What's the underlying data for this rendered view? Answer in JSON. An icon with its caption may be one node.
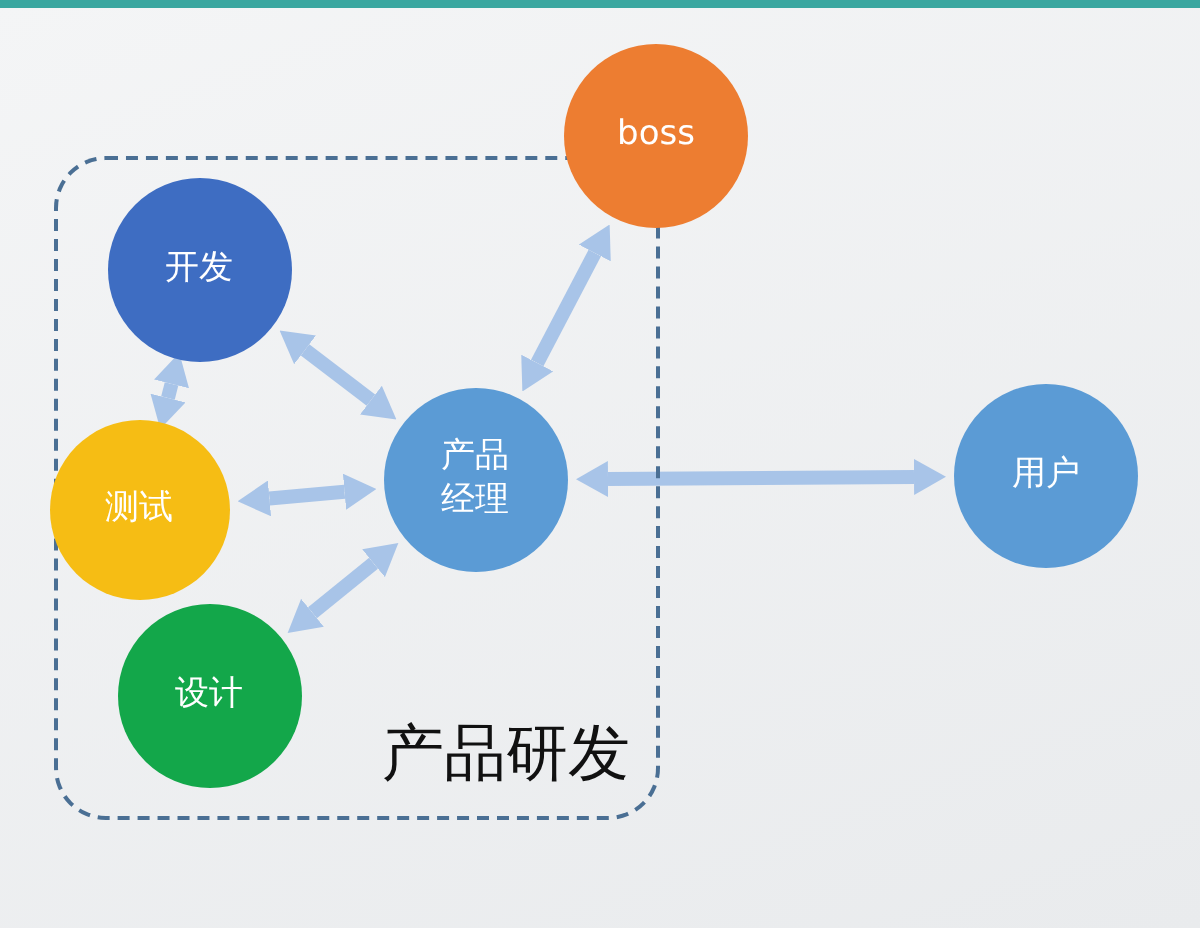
{
  "diagram": {
    "nodes": [
      {
        "text": [
          "产品研发"
        ]
      },
      {
        "text": [
          "开发"
        ],
        "in": 0
      },
      {
        "text": [
          "测试"
        ],
        "in": 0
      },
      {
        "text": [
          "设计"
        ],
        "in": 0
      },
      {
        "text": [
          "产品经理"
        ],
        "in": 0
      },
      {
        "text": [
          "boss"
        ]
      },
      {
        "text": [
          "用户"
        ]
      }
    ],
    "edges": [
      {
        "from": 2,
        "to": 1,
        "arrow": "both"
      },
      {
        "from": 1,
        "to": 4,
        "arrow": "both"
      },
      {
        "from": 2,
        "to": 4,
        "arrow": "both"
      },
      {
        "from": 3,
        "to": 4,
        "arrow": "both"
      },
      {
        "from": 4,
        "to": 5,
        "arrow": "both"
      },
      {
        "from": 4,
        "to": 6,
        "arrow": "both"
      }
    ]
  }
}
